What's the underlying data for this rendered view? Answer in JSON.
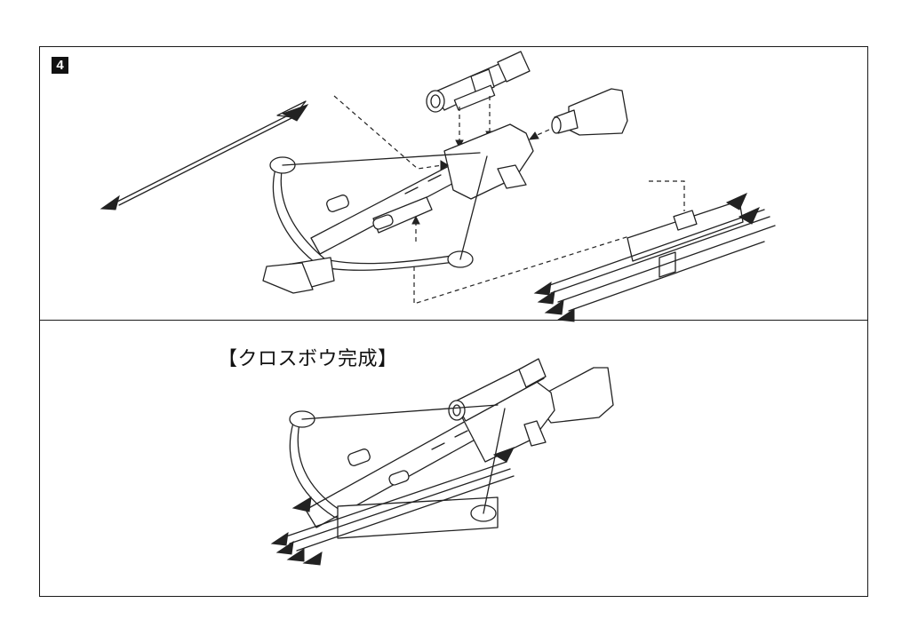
{
  "step": {
    "number": "4"
  },
  "caption": "【クロスボウ完成】",
  "icons": [
    "crossbow",
    "arrow",
    "scope",
    "stock",
    "quiver"
  ]
}
